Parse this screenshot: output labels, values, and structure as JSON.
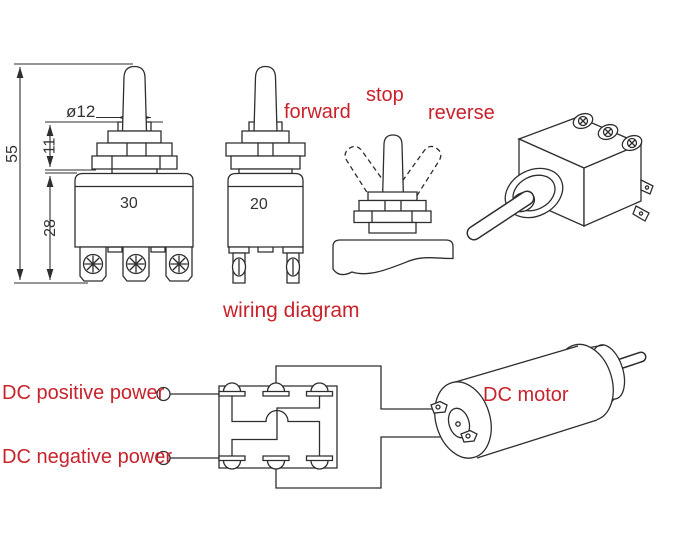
{
  "colors": {
    "accent_red": "#c8232c",
    "line_art": "#2e2e2e",
    "background": "#ffffff"
  },
  "dimensions": {
    "total_height": "55",
    "bushing_height": "11",
    "body_height": "28",
    "bushing_diameter": "ø12",
    "front_width": "30",
    "side_width": "20"
  },
  "positions": {
    "forward": "forward",
    "stop": "stop",
    "reverse": "reverse"
  },
  "wiring": {
    "title": "wiring diagram",
    "positive": "DC positive power",
    "negative": "DC negative power",
    "motor": "DC motor"
  }
}
